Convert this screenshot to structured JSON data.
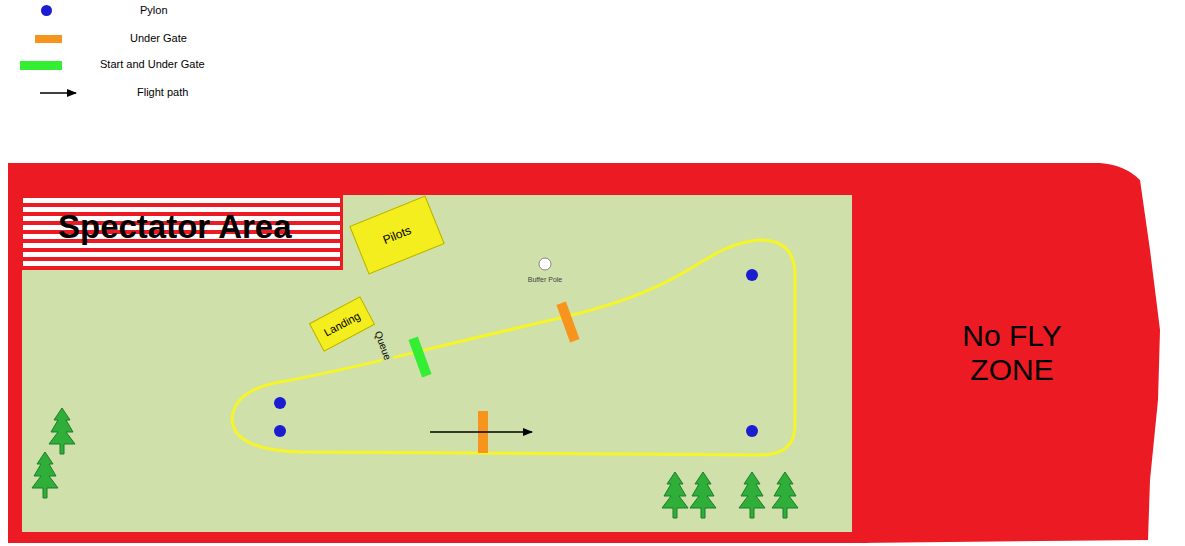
{
  "diagram": {
    "nodes": [
      {
        "text": [
          "Spectator Area"
        ]
      },
      {
        "text": [
          "Pilots"
        ]
      },
      {
        "text": [
          "Landing"
        ]
      },
      {
        "text": [
          "No FLY ZONE"
        ]
      }
    ],
    "labels": [
      "Queue",
      "Buffer Pole"
    ],
    "legend": [
      {
        "text": "Pylon",
        "color": "#1c1cd0"
      },
      {
        "text": "Under Gate",
        "color": "#f7941d"
      },
      {
        "text": "Start and Under Gate",
        "color": "#33ee33"
      },
      {
        "text": "Flight path"
      }
    ]
  }
}
